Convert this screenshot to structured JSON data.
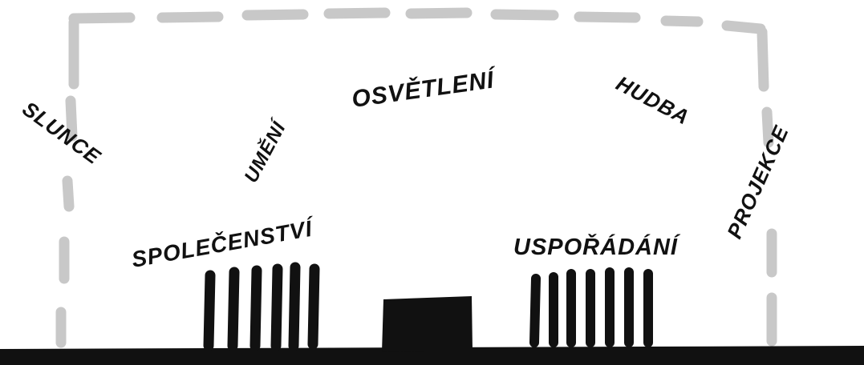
{
  "labels": {
    "slunce": "SLUNCE",
    "umeni": "UMĚNÍ",
    "osvetleni": "OSVĚTLENÍ",
    "hudba": "HUDBA",
    "projekce": "PROJEKCE",
    "spolecenstvi": "SPOLEČENSTVÍ",
    "usporadani": "USPOŘÁDÁNÍ"
  },
  "colors": {
    "frame": "#c8c8c8",
    "ink": "#111111",
    "paper": "#ffffff"
  }
}
